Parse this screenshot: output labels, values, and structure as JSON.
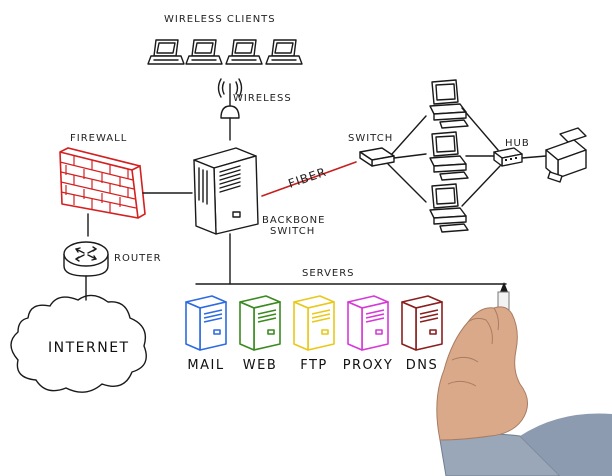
{
  "labels": {
    "wireless_clients": "WIRELESS CLIENTS",
    "wireless": "WIRELESS",
    "firewall": "FIREWALL",
    "router": "ROUTER",
    "internet": "INTERNET",
    "backbone": "BACKBONE",
    "switch_word": "SWITCH",
    "fiber": "FIBER",
    "switch": "SWITCH",
    "hub": "HUB",
    "servers": "SERVERS"
  },
  "servers": [
    {
      "label": "MAIL",
      "color": "#2d6be0"
    },
    {
      "label": "WEB",
      "color": "#3a8a1f"
    },
    {
      "label": "FTP",
      "color": "#e8c81a"
    },
    {
      "label": "PROXY",
      "color": "#d63ad6"
    },
    {
      "label": "DNS",
      "color": "#8a1f1f"
    }
  ],
  "colors": {
    "firewall": "#d42020",
    "fiber": "#c81e1e",
    "ink": "#1a1a1a",
    "skin": "#d9a98a",
    "sleeve": "#9aa7b8"
  },
  "counts": {
    "wireless_clients": 4,
    "switch_workstations": 3
  }
}
